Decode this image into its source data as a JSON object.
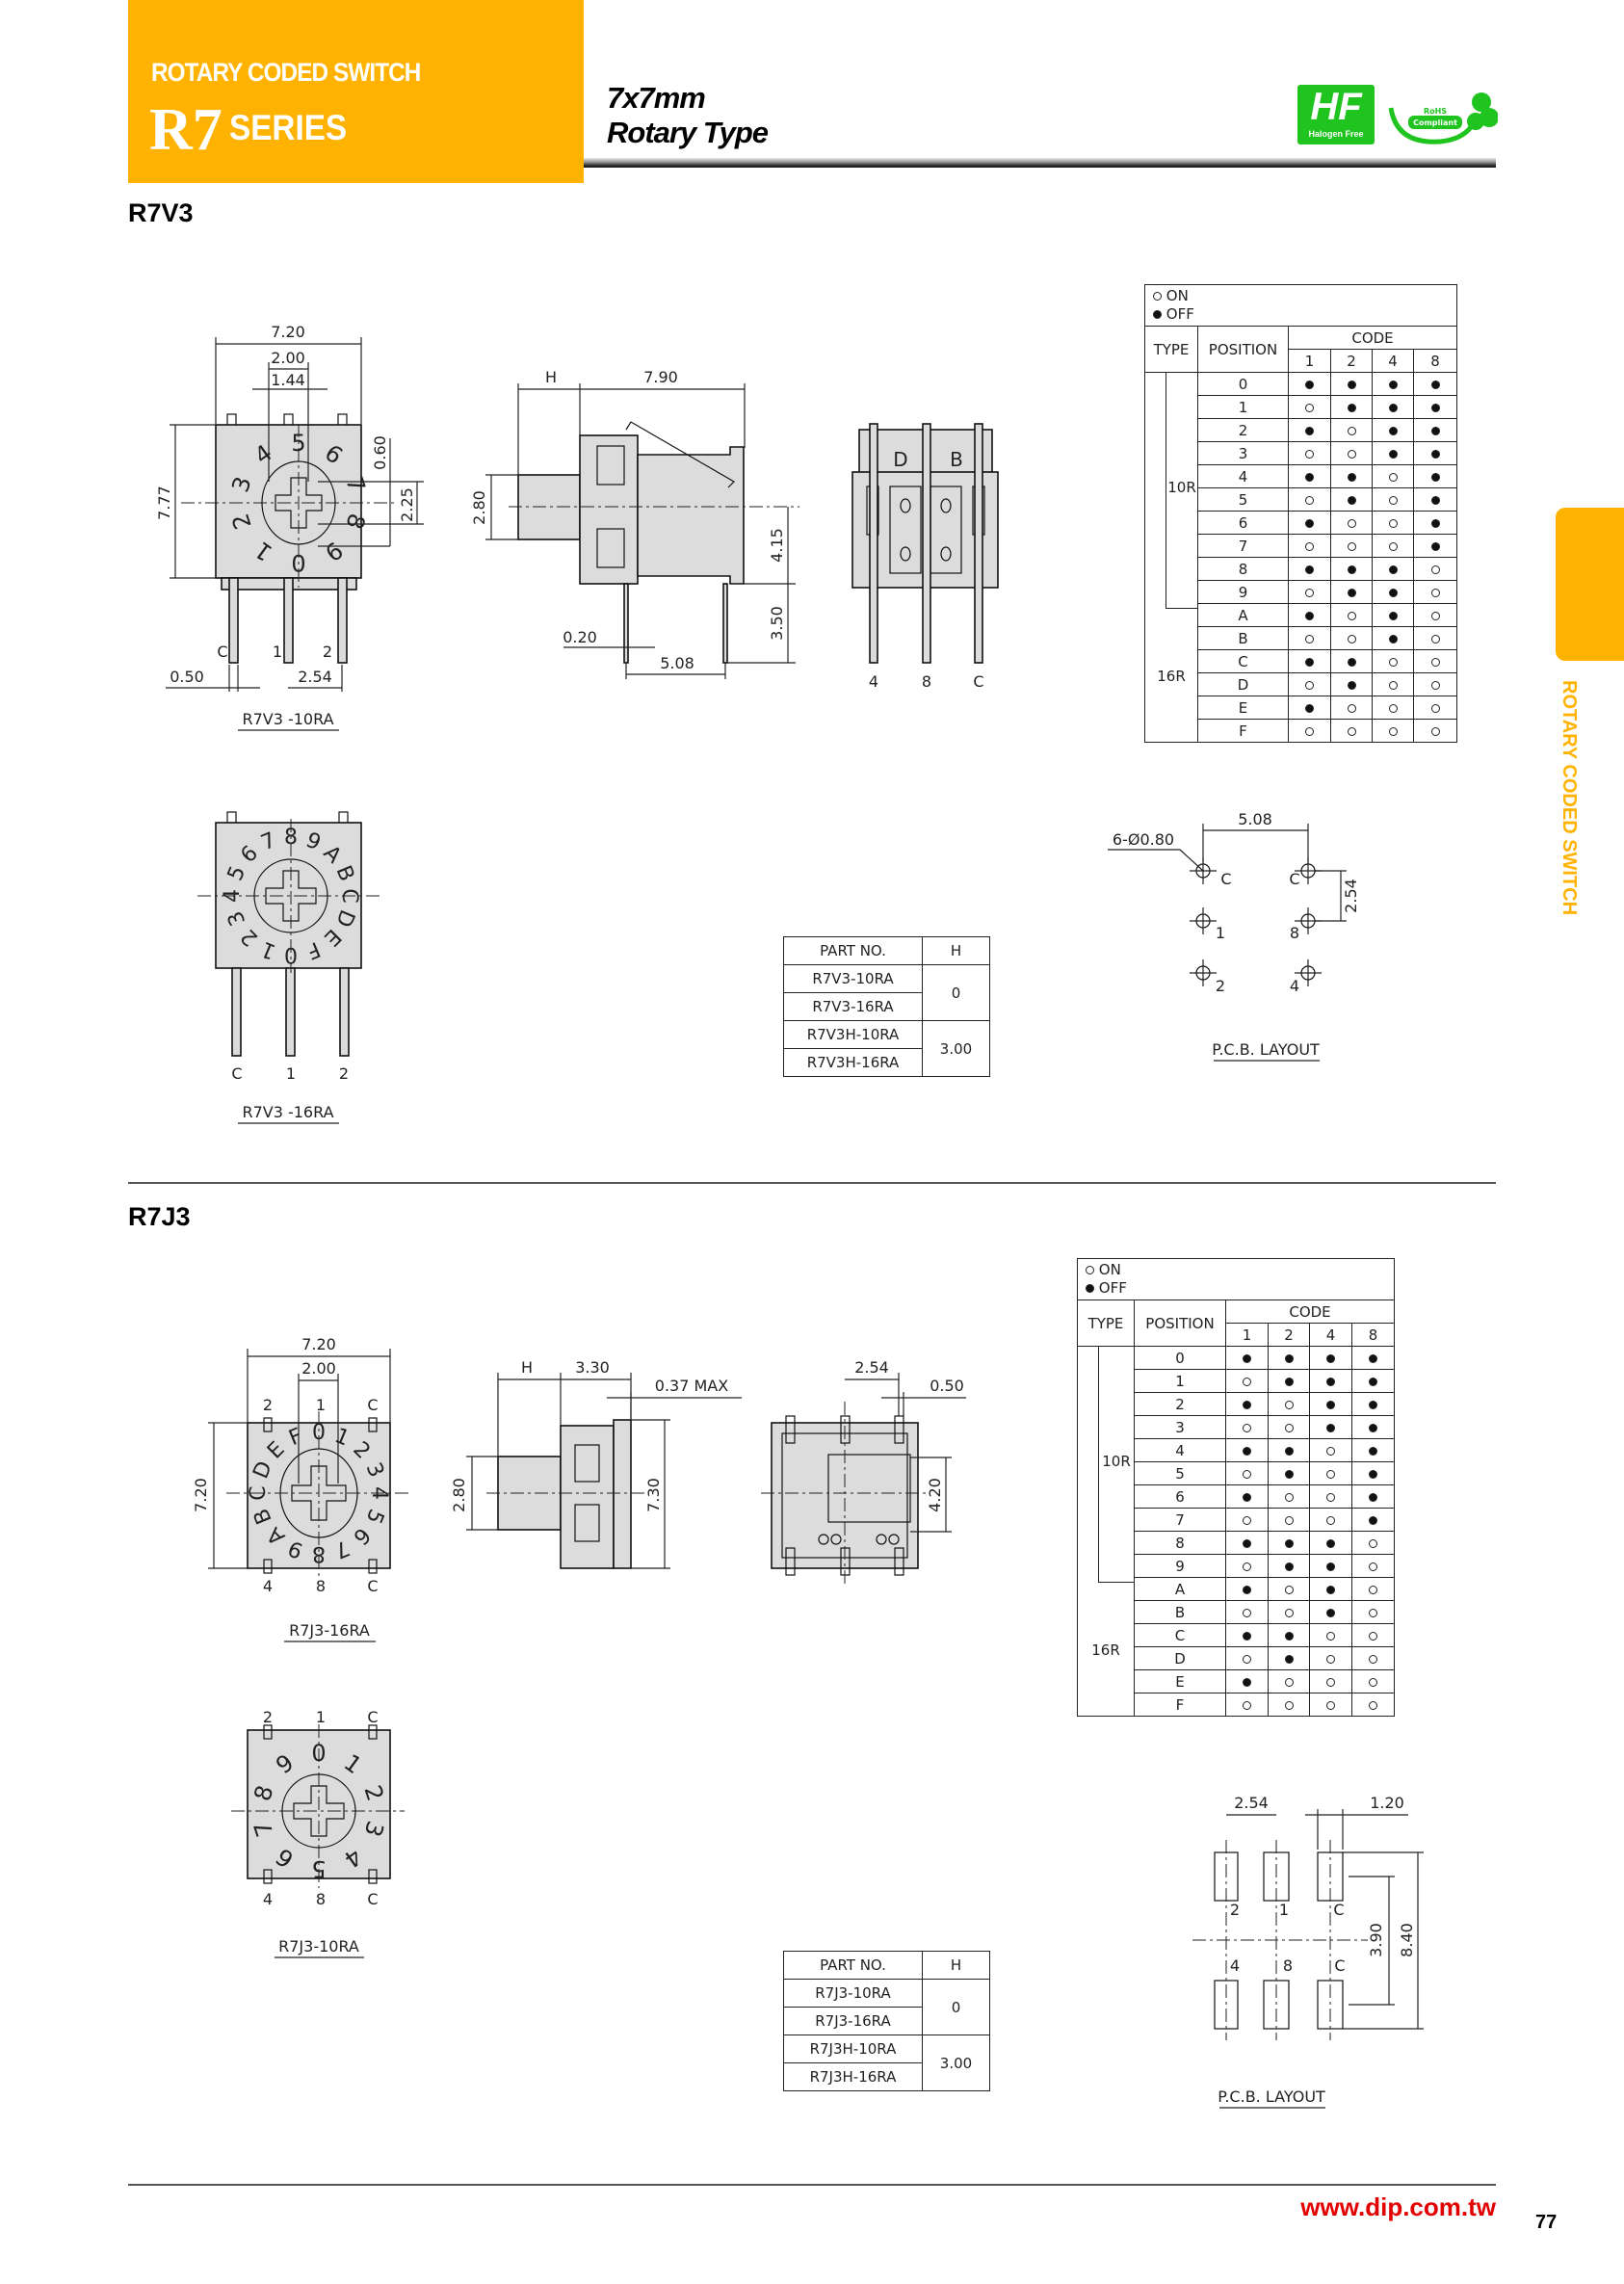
{
  "header": {
    "category": "ROTARY CODED SWITCH",
    "series_code": "R7",
    "series_word": "SERIES",
    "size": "7x7mm",
    "type": "Rotary Type"
  },
  "logos": {
    "halogen_free": "HF",
    "halogen_free_caption": "Halogen Free",
    "rohs": "RoHS",
    "rohs_caption": "Compliant"
  },
  "side_tab": "ROTARY CODED SWITCH",
  "colors": {
    "brand": "#FFB300",
    "logo_green": "#1FC41F",
    "url": "#E30000"
  },
  "r7v3": {
    "title": "R7V3",
    "front_10ra": {
      "width": "7.20",
      "shaft": "2.00",
      "slot": "1.44",
      "height": "7.77",
      "offset": "0.60",
      "knob": "2.25",
      "pin_w": "0.50",
      "pitch": "2.54",
      "pins": [
        "C",
        "1",
        "2"
      ],
      "dial": [
        "0",
        "1",
        "2",
        "3",
        "4",
        "5",
        "6",
        "7",
        "8",
        "9"
      ],
      "label": "R7V3 -10RA"
    },
    "side": {
      "h": "H",
      "length": "7.90",
      "shaft": "2.80",
      "body": "4.15",
      "pin_len": "3.50",
      "pin_t": "0.20",
      "pitch": "5.08"
    },
    "rear": {
      "pins": [
        "4",
        "8",
        "C"
      ],
      "marks": [
        "D",
        "B"
      ]
    },
    "front_16ra": {
      "pins": [
        "C",
        "1",
        "2"
      ],
      "dial": [
        "0",
        "1",
        "2",
        "3",
        "4",
        "5",
        "6",
        "7",
        "8",
        "9",
        "A",
        "B",
        "C",
        "D",
        "E",
        "F"
      ],
      "label": "R7V3 -16RA"
    },
    "part_table": {
      "headers": [
        "PART NO.",
        "H"
      ],
      "parts": [
        "R7V3-10RA",
        "R7V3-16RA",
        "R7V3H-10RA",
        "R7V3H-16RA"
      ],
      "h_values": [
        "0",
        "3.00"
      ]
    },
    "pcb": {
      "holes": "6-Ø0.80",
      "pitch_x": "5.08",
      "pitch_y": "2.54",
      "pins": [
        "C",
        "C",
        "1",
        "8",
        "2",
        "4"
      ],
      "label": "P.C.B. LAYOUT"
    }
  },
  "r7j3": {
    "title": "R7J3",
    "front_16ra": {
      "width": "7.20",
      "shaft": "2.00",
      "height": "7.20",
      "pins_top": [
        "2",
        "1",
        "C"
      ],
      "pins_bottom": [
        "4",
        "8",
        "C"
      ],
      "dial": [
        "0",
        "1",
        "2",
        "3",
        "4",
        "5",
        "6",
        "7",
        "8",
        "9",
        "A",
        "B",
        "C",
        "D",
        "E",
        "F"
      ],
      "label": "R7J3-16RA"
    },
    "side": {
      "h": "H",
      "body": "3.30",
      "flange": "0.37 MAX",
      "shaft": "2.80",
      "height": "7.30"
    },
    "rear": {
      "pitch": "2.54",
      "pin_w": "0.50",
      "span": "4.20"
    },
    "front_10ra": {
      "pins_top": [
        "2",
        "1",
        "C"
      ],
      "pins_bottom": [
        "4",
        "8",
        "C"
      ],
      "dial": [
        "0",
        "1",
        "2",
        "3",
        "4",
        "5",
        "6",
        "7",
        "8",
        "9"
      ],
      "label": "R7J3-10RA"
    },
    "part_table": {
      "headers": [
        "PART NO.",
        "H"
      ],
      "parts": [
        "R7J3-10RA",
        "R7J3-16RA",
        "R7J3H-10RA",
        "R7J3H-16RA"
      ],
      "h_values": [
        "0",
        "3.00"
      ]
    },
    "pcb": {
      "pitch": "2.54",
      "pad_w": "1.20",
      "row": "3.90",
      "span": "8.40",
      "pins_top": [
        "2",
        "1",
        "C"
      ],
      "pins_bottom": [
        "4",
        "8",
        "C"
      ],
      "label": "P.C.B. LAYOUT"
    }
  },
  "truth_tables": [
    {
      "legend_on": "ON",
      "legend_off": "OFF",
      "headers": {
        "type": "TYPE",
        "position": "POSITION",
        "code": "CODE"
      },
      "bits": [
        "1",
        "2",
        "4",
        "8"
      ],
      "types": [
        "10R",
        "16R"
      ],
      "rows": [
        {
          "pos": "0",
          "code": [
            "off",
            "off",
            "off",
            "off"
          ]
        },
        {
          "pos": "1",
          "code": [
            "on",
            "off",
            "off",
            "off"
          ]
        },
        {
          "pos": "2",
          "code": [
            "off",
            "on",
            "off",
            "off"
          ]
        },
        {
          "pos": "3",
          "code": [
            "on",
            "on",
            "off",
            "off"
          ]
        },
        {
          "pos": "4",
          "code": [
            "off",
            "off",
            "on",
            "off"
          ]
        },
        {
          "pos": "5",
          "code": [
            "on",
            "off",
            "on",
            "off"
          ]
        },
        {
          "pos": "6",
          "code": [
            "off",
            "on",
            "on",
            "off"
          ]
        },
        {
          "pos": "7",
          "code": [
            "on",
            "on",
            "on",
            "off"
          ]
        },
        {
          "pos": "8",
          "code": [
            "off",
            "off",
            "off",
            "on"
          ]
        },
        {
          "pos": "9",
          "code": [
            "on",
            "off",
            "off",
            "on"
          ]
        },
        {
          "pos": "A",
          "code": [
            "off",
            "on",
            "off",
            "on"
          ]
        },
        {
          "pos": "B",
          "code": [
            "on",
            "on",
            "off",
            "on"
          ]
        },
        {
          "pos": "C",
          "code": [
            "off",
            "off",
            "on",
            "on"
          ]
        },
        {
          "pos": "D",
          "code": [
            "on",
            "off",
            "on",
            "on"
          ]
        },
        {
          "pos": "E",
          "code": [
            "off",
            "on",
            "on",
            "on"
          ]
        },
        {
          "pos": "F",
          "code": [
            "on",
            "on",
            "on",
            "on"
          ]
        }
      ]
    },
    {
      "legend_on": "ON",
      "legend_off": "OFF",
      "headers": {
        "type": "TYPE",
        "position": "POSITION",
        "code": "CODE"
      },
      "bits": [
        "1",
        "2",
        "4",
        "8"
      ],
      "types": [
        "10R",
        "16R"
      ],
      "rows": [
        {
          "pos": "0",
          "code": [
            "off",
            "off",
            "off",
            "off"
          ]
        },
        {
          "pos": "1",
          "code": [
            "on",
            "off",
            "off",
            "off"
          ]
        },
        {
          "pos": "2",
          "code": [
            "off",
            "on",
            "off",
            "off"
          ]
        },
        {
          "pos": "3",
          "code": [
            "on",
            "on",
            "off",
            "off"
          ]
        },
        {
          "pos": "4",
          "code": [
            "off",
            "off",
            "on",
            "off"
          ]
        },
        {
          "pos": "5",
          "code": [
            "on",
            "off",
            "on",
            "off"
          ]
        },
        {
          "pos": "6",
          "code": [
            "off",
            "on",
            "on",
            "off"
          ]
        },
        {
          "pos": "7",
          "code": [
            "on",
            "on",
            "on",
            "off"
          ]
        },
        {
          "pos": "8",
          "code": [
            "off",
            "off",
            "off",
            "on"
          ]
        },
        {
          "pos": "9",
          "code": [
            "on",
            "off",
            "off",
            "on"
          ]
        },
        {
          "pos": "A",
          "code": [
            "off",
            "on",
            "off",
            "on"
          ]
        },
        {
          "pos": "B",
          "code": [
            "on",
            "on",
            "off",
            "on"
          ]
        },
        {
          "pos": "C",
          "code": [
            "off",
            "off",
            "on",
            "on"
          ]
        },
        {
          "pos": "D",
          "code": [
            "on",
            "off",
            "on",
            "on"
          ]
        },
        {
          "pos": "E",
          "code": [
            "off",
            "on",
            "on",
            "on"
          ]
        },
        {
          "pos": "F",
          "code": [
            "on",
            "on",
            "on",
            "on"
          ]
        }
      ]
    }
  ],
  "footer": {
    "url": "www.dip.com.tw",
    "page": "77"
  }
}
